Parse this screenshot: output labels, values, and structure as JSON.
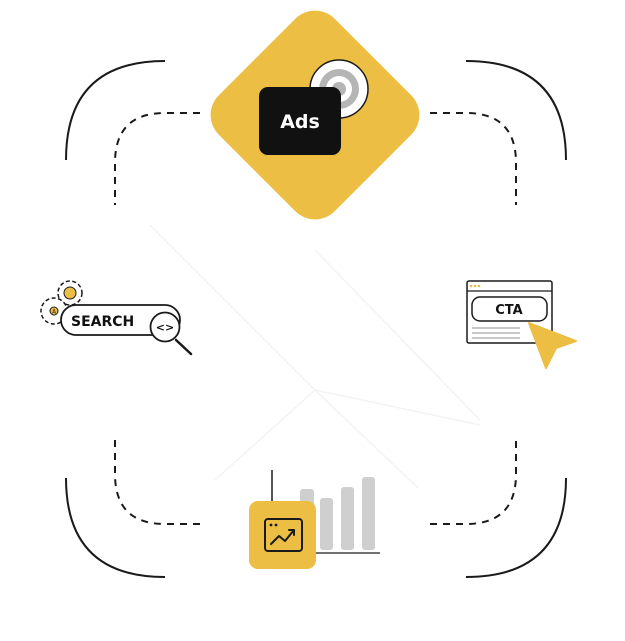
{
  "labels": {
    "ads": "Ads",
    "search": "SEARCH",
    "cta": "CTA",
    "code": "<>"
  },
  "colors": {
    "accent": "#ecbf44",
    "dark": "#111111",
    "line": "#1a1a1a",
    "bar": "#cfcfcf",
    "muted": "#b5b5b5"
  },
  "icons": {
    "top": "ads-target-icon",
    "left": "search-gears-icon",
    "right": "cta-browser-cursor-icon",
    "bottom": "analytics-chart-icon"
  }
}
